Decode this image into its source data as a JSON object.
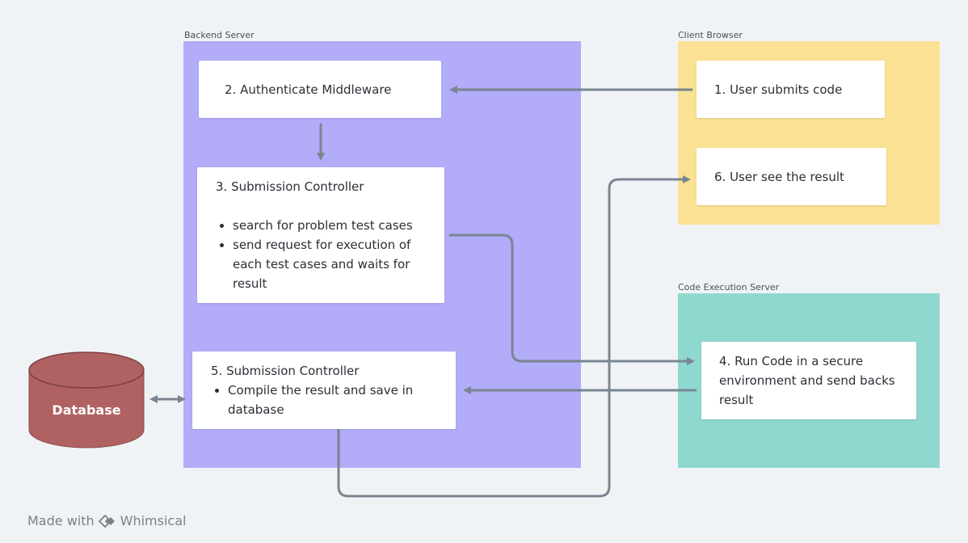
{
  "groups": {
    "backend": {
      "label": "Backend Server",
      "color": "#b2acf9"
    },
    "client": {
      "label": "Client Browser",
      "color": "#fbe193"
    },
    "exec": {
      "label": "Code Execution Server",
      "color": "#8fd8cf"
    }
  },
  "nodes": {
    "step1": {
      "text": "1.  User submits code"
    },
    "step2": {
      "text": "2.  Authenticate Middleware"
    },
    "step3": {
      "title": "3.  Submission Controller",
      "bullets": [
        "search for problem test cases",
        "send request for execution of each test cases and waits for result"
      ]
    },
    "step4": {
      "text": "4.  Run Code in a secure environment and send backs result"
    },
    "step5": {
      "title": "5.  Submission Controller",
      "bullets": [
        "Compile the result and save in database"
      ]
    },
    "step6": {
      "text": "6.  User see the result"
    },
    "database": {
      "label": "Database",
      "color": "#b06262"
    }
  },
  "connector_color": "#7a8591",
  "footer": {
    "made_with": "Made with",
    "brand": "Whimsical"
  }
}
